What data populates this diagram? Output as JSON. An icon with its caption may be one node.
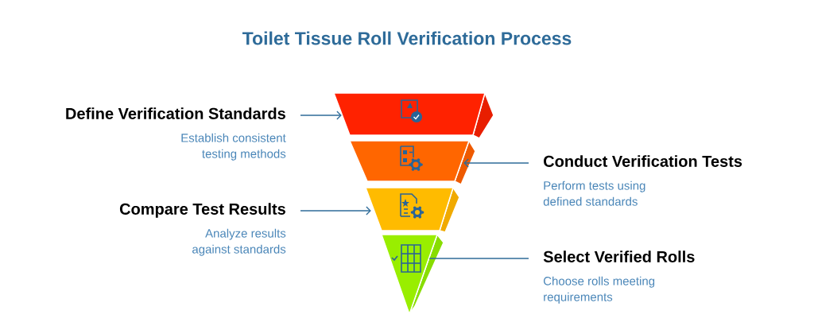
{
  "diagram": {
    "title": "Toilet Tissue Roll Verification Process",
    "nodes": [
      {
        "text": [],
        "shape": "band"
      },
      {
        "text": [],
        "shape": "band"
      },
      {
        "text": [],
        "shape": "band"
      },
      {
        "text": [],
        "shape": "triangle"
      },
      {
        "text": [
          "Define Verification Standards",
          "Establish consistent testing methods"
        ]
      },
      {
        "text": [
          "Conduct Verification Tests",
          "Perform tests using defined standards"
        ]
      },
      {
        "text": [
          "Compare Test Results",
          "Analyze results against standards"
        ]
      },
      {
        "text": [
          "Select Verified Rolls",
          "Choose rolls meeting requirements"
        ]
      }
    ],
    "edges": [
      {
        "from": 4,
        "to": 0,
        "arrow": "to"
      },
      {
        "from": 5,
        "to": 1,
        "arrow": "to"
      },
      {
        "from": 6,
        "to": 2,
        "arrow": "to"
      },
      {
        "from": 7,
        "to": 3,
        "arrow": "none"
      }
    ]
  }
}
